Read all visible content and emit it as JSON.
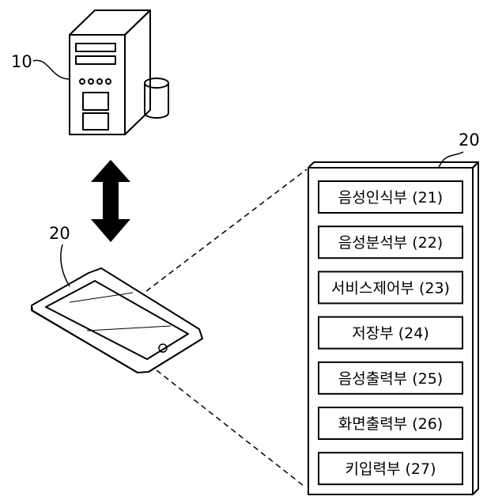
{
  "server": {
    "ref": "10"
  },
  "terminal": {
    "ref": "20"
  },
  "panel": {
    "ref": "20",
    "modules": [
      {
        "label": "음성인식부 (21)"
      },
      {
        "label": "음성분석부 (22)"
      },
      {
        "label": "서비스제어부 (23)"
      },
      {
        "label": "저장부 (24)"
      },
      {
        "label": "음성출력부 (25)"
      },
      {
        "label": "화면출력부 (26)"
      },
      {
        "label": "키입력부 (27)"
      }
    ]
  }
}
